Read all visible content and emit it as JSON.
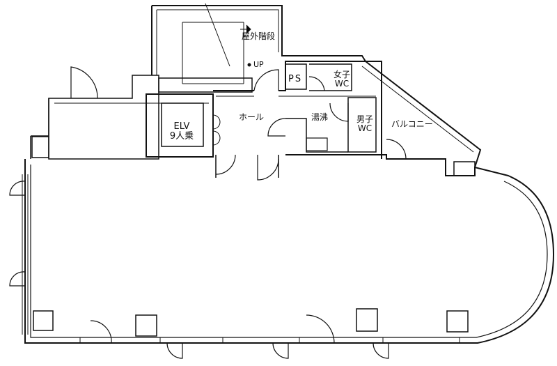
{
  "labels": {
    "outdoor_stairs": "屋外階段",
    "up": "UP",
    "ps": "PS",
    "women_wc": [
      "女子",
      "WC"
    ],
    "hall": "ホール",
    "kettle_room": "湯沸",
    "men_wc": [
      "男子",
      "WC"
    ],
    "balcony": "バルコニー",
    "elevator": [
      "ELV",
      "9人乗"
    ]
  },
  "colors": {
    "line": "#111111",
    "background": "#ffffff"
  }
}
